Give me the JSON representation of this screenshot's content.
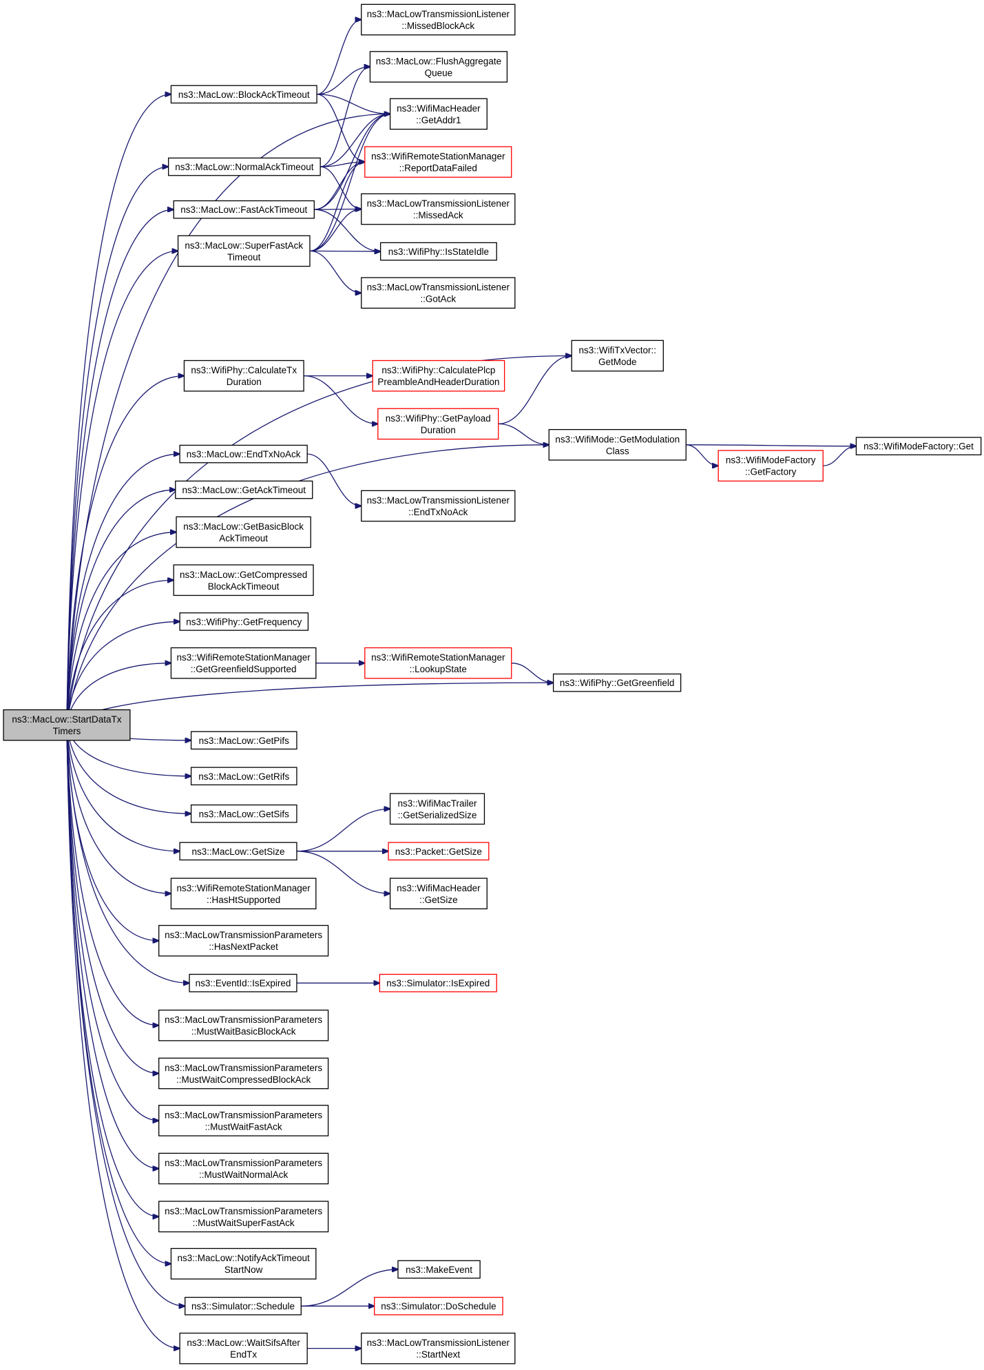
{
  "nodes": [
    {
      "id": "root",
      "lines": [
        "ns3::MacLow::StartDataTx",
        "Timers"
      ],
      "root": true
    },
    {
      "id": "missedBlockAck",
      "lines": [
        "ns3::MacLowTransmissionListener",
        "::MissedBlockAck"
      ]
    },
    {
      "id": "flushAgg",
      "lines": [
        "ns3::MacLow::FlushAggregate",
        "Queue"
      ]
    },
    {
      "id": "blockAckTimeout",
      "lines": [
        "ns3::MacLow::BlockAckTimeout"
      ]
    },
    {
      "id": "getAddr1",
      "lines": [
        "ns3::WifiMacHeader",
        "::GetAddr1"
      ]
    },
    {
      "id": "reportDataFailed",
      "lines": [
        "ns3::WifiRemoteStationManager",
        "::ReportDataFailed"
      ],
      "truncated": true
    },
    {
      "id": "normalAckTimeout",
      "lines": [
        "ns3::MacLow::NormalAckTimeout"
      ]
    },
    {
      "id": "fastAckTimeout",
      "lines": [
        "ns3::MacLow::FastAckTimeout"
      ]
    },
    {
      "id": "missedAck",
      "lines": [
        "ns3::MacLowTransmissionListener",
        "::MissedAck"
      ]
    },
    {
      "id": "superFastAckTimeout",
      "lines": [
        "ns3::MacLow::SuperFastAck",
        "Timeout"
      ]
    },
    {
      "id": "isStateIdle",
      "lines": [
        "ns3::WifiPhy::IsStateIdle"
      ]
    },
    {
      "id": "gotAck",
      "lines": [
        "ns3::MacLowTransmissionListener",
        "::GotAck"
      ]
    },
    {
      "id": "txVectorGetMode",
      "lines": [
        "ns3::WifiTxVector::",
        "GetMode"
      ]
    },
    {
      "id": "calcTxDuration",
      "lines": [
        "ns3::WifiPhy::CalculateTx",
        "Duration"
      ]
    },
    {
      "id": "calcPlcp",
      "lines": [
        "ns3::WifiPhy::CalculatePlcp",
        "PreambleAndHeaderDuration"
      ],
      "truncated": true
    },
    {
      "id": "getPayloadDuration",
      "lines": [
        "ns3::WifiPhy::GetPayload",
        "Duration"
      ],
      "truncated": true
    },
    {
      "id": "getModulationClass",
      "lines": [
        "ns3::WifiMode::GetModulation",
        "Class"
      ]
    },
    {
      "id": "modeFactoryGet",
      "lines": [
        "ns3::WifiModeFactory::Get"
      ]
    },
    {
      "id": "getFactory",
      "lines": [
        "ns3::WifiModeFactory",
        "::GetFactory"
      ],
      "truncated": true
    },
    {
      "id": "endTxNoAck",
      "lines": [
        "ns3::MacLow::EndTxNoAck"
      ]
    },
    {
      "id": "listenerEndTxNoAck",
      "lines": [
        "ns3::MacLowTransmissionListener",
        "::EndTxNoAck"
      ]
    },
    {
      "id": "getAckTimeout",
      "lines": [
        "ns3::MacLow::GetAckTimeout"
      ]
    },
    {
      "id": "getBasicBlockAckTimeout",
      "lines": [
        "ns3::MacLow::GetBasicBlock",
        "AckTimeout"
      ]
    },
    {
      "id": "getCompressedBlockAckTimeout",
      "lines": [
        "ns3::MacLow::GetCompressed",
        "BlockAckTimeout"
      ]
    },
    {
      "id": "getFrequency",
      "lines": [
        "ns3::WifiPhy::GetFrequency"
      ]
    },
    {
      "id": "getGreenfieldSupported",
      "lines": [
        "ns3::WifiRemoteStationManager",
        "::GetGreenfieldSupported"
      ]
    },
    {
      "id": "lookupState",
      "lines": [
        "ns3::WifiRemoteStationManager",
        "::LookupState"
      ],
      "truncated": true
    },
    {
      "id": "getGreenfield",
      "lines": [
        "ns3::WifiPhy::GetGreenfield"
      ]
    },
    {
      "id": "getPifs",
      "lines": [
        "ns3::MacLow::GetPifs"
      ]
    },
    {
      "id": "getRifs",
      "lines": [
        "ns3::MacLow::GetRifs"
      ]
    },
    {
      "id": "getSifs",
      "lines": [
        "ns3::MacLow::GetSifs"
      ]
    },
    {
      "id": "getSize",
      "lines": [
        "ns3::MacLow::GetSize"
      ]
    },
    {
      "id": "trailerSerializedSize",
      "lines": [
        "ns3::WifiMacTrailer",
        "::GetSerializedSize"
      ]
    },
    {
      "id": "packetGetSize",
      "lines": [
        "ns3::Packet::GetSize"
      ],
      "truncated": true
    },
    {
      "id": "headerGetSize",
      "lines": [
        "ns3::WifiMacHeader",
        "::GetSize"
      ]
    },
    {
      "id": "hasHtSupported",
      "lines": [
        "ns3::WifiRemoteStationManager",
        "::HasHtSupported"
      ]
    },
    {
      "id": "hasNextPacket",
      "lines": [
        "ns3::MacLowTransmissionParameters",
        "::HasNextPacket"
      ]
    },
    {
      "id": "eventIdIsExpired",
      "lines": [
        "ns3::EventId::IsExpired"
      ]
    },
    {
      "id": "simulatorIsExpired",
      "lines": [
        "ns3::Simulator::IsExpired"
      ],
      "truncated": true
    },
    {
      "id": "mustWaitBasicBlockAck",
      "lines": [
        "ns3::MacLowTransmissionParameters",
        "::MustWaitBasicBlockAck"
      ]
    },
    {
      "id": "mustWaitCompressedBlockAck",
      "lines": [
        "ns3::MacLowTransmissionParameters",
        "::MustWaitCompressedBlockAck"
      ]
    },
    {
      "id": "mustWaitFastAck",
      "lines": [
        "ns3::MacLowTransmissionParameters",
        "::MustWaitFastAck"
      ]
    },
    {
      "id": "mustWaitNormalAck",
      "lines": [
        "ns3::MacLowTransmissionParameters",
        "::MustWaitNormalAck"
      ]
    },
    {
      "id": "mustWaitSuperFastAck",
      "lines": [
        "ns3::MacLowTransmissionParameters",
        "::MustWaitSuperFastAck"
      ]
    },
    {
      "id": "notifyAckTimeoutStartNow",
      "lines": [
        "ns3::MacLow::NotifyAckTimeout",
        "StartNow"
      ]
    },
    {
      "id": "makeEvent",
      "lines": [
        "ns3::MakeEvent"
      ]
    },
    {
      "id": "schedule",
      "lines": [
        "ns3::Simulator::Schedule"
      ]
    },
    {
      "id": "doSchedule",
      "lines": [
        "ns3::Simulator::DoSchedule"
      ],
      "truncated": true
    },
    {
      "id": "waitSifsAfterEndTx",
      "lines": [
        "ns3::MacLow::WaitSifsAfter",
        "EndTx"
      ]
    },
    {
      "id": "startNext",
      "lines": [
        "ns3::MacLowTransmissionListener",
        "::StartNext"
      ]
    }
  ],
  "edges": [
    [
      "root",
      "blockAckTimeout"
    ],
    [
      "root",
      "getAddr1"
    ],
    [
      "root",
      "normalAckTimeout"
    ],
    [
      "root",
      "fastAckTimeout"
    ],
    [
      "root",
      "superFastAckTimeout"
    ],
    [
      "root",
      "txVectorGetMode"
    ],
    [
      "root",
      "calcTxDuration"
    ],
    [
      "root",
      "getModulationClass"
    ],
    [
      "root",
      "endTxNoAck"
    ],
    [
      "root",
      "getAckTimeout"
    ],
    [
      "root",
      "getBasicBlockAckTimeout"
    ],
    [
      "root",
      "getCompressedBlockAckTimeout"
    ],
    [
      "root",
      "getFrequency"
    ],
    [
      "root",
      "getGreenfieldSupported"
    ],
    [
      "root",
      "getGreenfield"
    ],
    [
      "root",
      "getPifs"
    ],
    [
      "root",
      "getRifs"
    ],
    [
      "root",
      "getSifs"
    ],
    [
      "root",
      "getSize"
    ],
    [
      "root",
      "hasHtSupported"
    ],
    [
      "root",
      "hasNextPacket"
    ],
    [
      "root",
      "eventIdIsExpired"
    ],
    [
      "root",
      "mustWaitBasicBlockAck"
    ],
    [
      "root",
      "mustWaitCompressedBlockAck"
    ],
    [
      "root",
      "mustWaitFastAck"
    ],
    [
      "root",
      "mustWaitNormalAck"
    ],
    [
      "root",
      "mustWaitSuperFastAck"
    ],
    [
      "root",
      "notifyAckTimeoutStartNow"
    ],
    [
      "root",
      "schedule"
    ],
    [
      "root",
      "waitSifsAfterEndTx"
    ],
    [
      "blockAckTimeout",
      "missedBlockAck"
    ],
    [
      "blockAckTimeout",
      "flushAgg"
    ],
    [
      "blockAckTimeout",
      "getAddr1"
    ],
    [
      "blockAckTimeout",
      "reportDataFailed"
    ],
    [
      "normalAckTimeout",
      "flushAgg"
    ],
    [
      "normalAckTimeout",
      "getAddr1"
    ],
    [
      "normalAckTimeout",
      "reportDataFailed"
    ],
    [
      "normalAckTimeout",
      "missedAck"
    ],
    [
      "fastAckTimeout",
      "getAddr1"
    ],
    [
      "fastAckTimeout",
      "reportDataFailed"
    ],
    [
      "fastAckTimeout",
      "missedAck"
    ],
    [
      "fastAckTimeout",
      "isStateIdle"
    ],
    [
      "superFastAckTimeout",
      "getAddr1"
    ],
    [
      "superFastAckTimeout",
      "reportDataFailed"
    ],
    [
      "superFastAckTimeout",
      "missedAck"
    ],
    [
      "superFastAckTimeout",
      "isStateIdle"
    ],
    [
      "superFastAckTimeout",
      "gotAck"
    ],
    [
      "calcTxDuration",
      "calcPlcp"
    ],
    [
      "calcTxDuration",
      "getPayloadDuration"
    ],
    [
      "getPayloadDuration",
      "txVectorGetMode"
    ],
    [
      "getPayloadDuration",
      "getModulationClass"
    ],
    [
      "getModulationClass",
      "modeFactoryGet"
    ],
    [
      "getModulationClass",
      "getFactory"
    ],
    [
      "getFactory",
      "modeFactoryGet"
    ],
    [
      "endTxNoAck",
      "listenerEndTxNoAck"
    ],
    [
      "getGreenfieldSupported",
      "lookupState"
    ],
    [
      "lookupState",
      "getGreenfield"
    ],
    [
      "getSize",
      "trailerSerializedSize"
    ],
    [
      "getSize",
      "packetGetSize"
    ],
    [
      "getSize",
      "headerGetSize"
    ],
    [
      "eventIdIsExpired",
      "simulatorIsExpired"
    ],
    [
      "schedule",
      "makeEvent"
    ],
    [
      "schedule",
      "doSchedule"
    ],
    [
      "waitSifsAfterEndTx",
      "startNext"
    ]
  ],
  "colors": {
    "edge": "#191970",
    "node_border": "#000000",
    "root_fill": "#bfbfbf",
    "truncated_border": "#ff0000",
    "node_fill": "#ffffff"
  }
}
